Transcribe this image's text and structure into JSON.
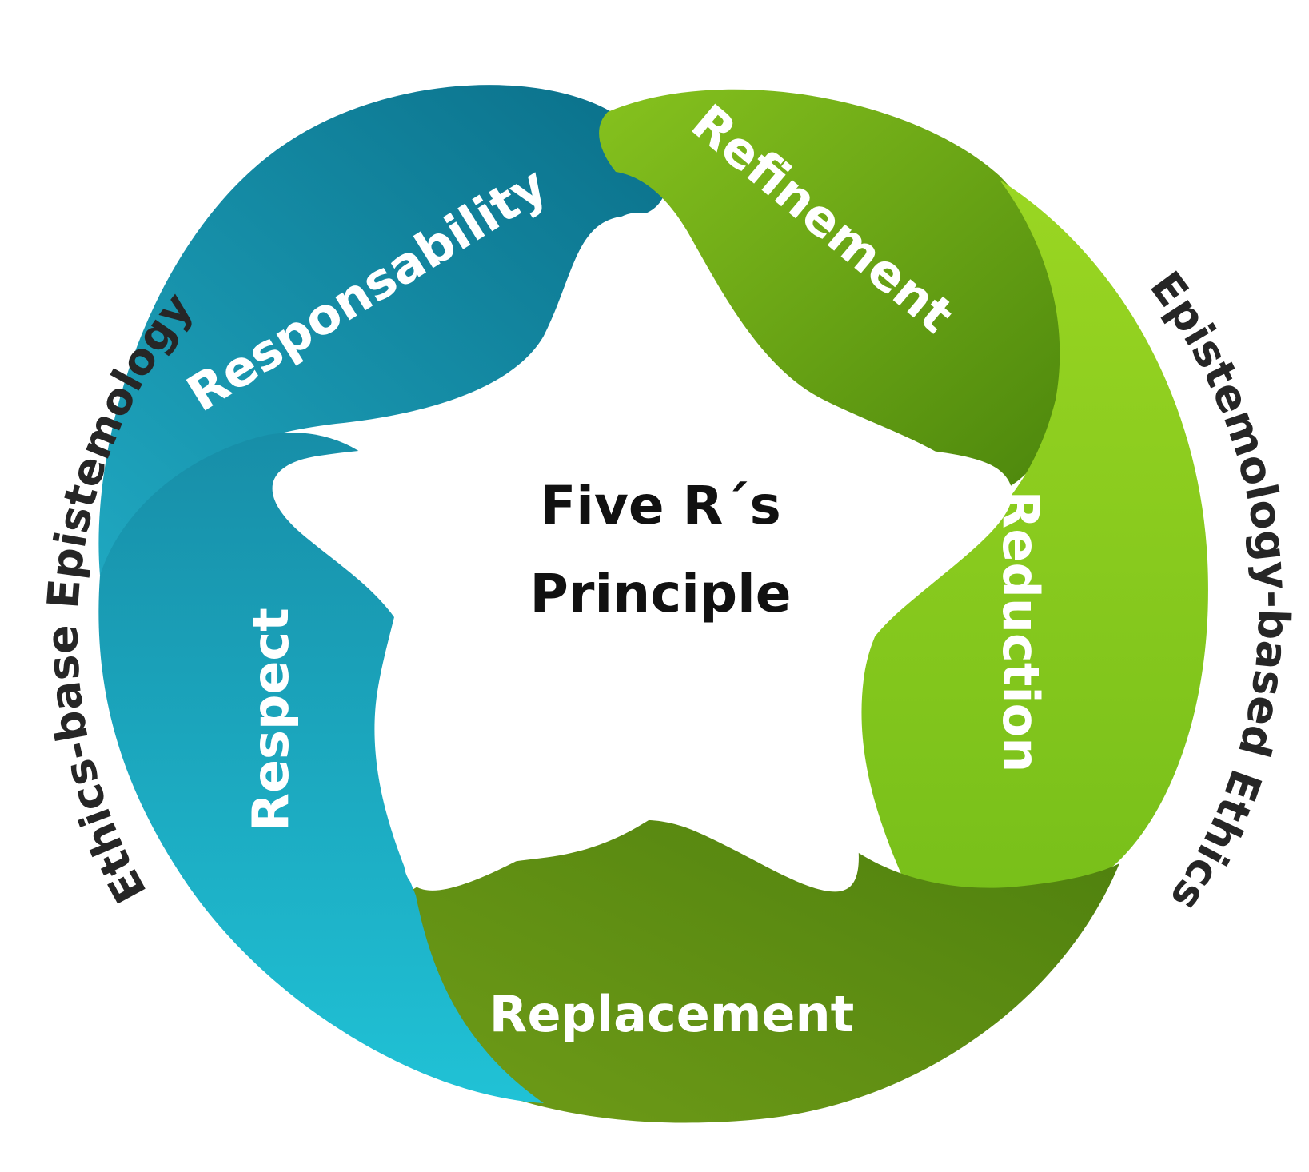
{
  "center": {
    "line1": "Five R´s",
    "line2": "Principle"
  },
  "segments": [
    {
      "id": "responsability",
      "label": "Responsability",
      "color_light": "#1e8fa8",
      "color_dark": "#0b6f8a"
    },
    {
      "id": "refinement",
      "label": "Refinement",
      "color_light": "#7fb81a",
      "color_dark": "#4f8a0c"
    },
    {
      "id": "reduction",
      "label": "Reduction",
      "color_light": "#a6de2a",
      "color_dark": "#74b816"
    },
    {
      "id": "replacement",
      "label": "Replacement",
      "color_light": "#5a8a12",
      "color_dark": "#3f6b0a"
    },
    {
      "id": "respect",
      "label": "Respect",
      "color_light": "#1fb3c8",
      "color_dark": "#1891a8"
    }
  ],
  "outer_labels": {
    "left": "Ethics-base Epistemology",
    "right": "Epistemology-based Ethics"
  }
}
